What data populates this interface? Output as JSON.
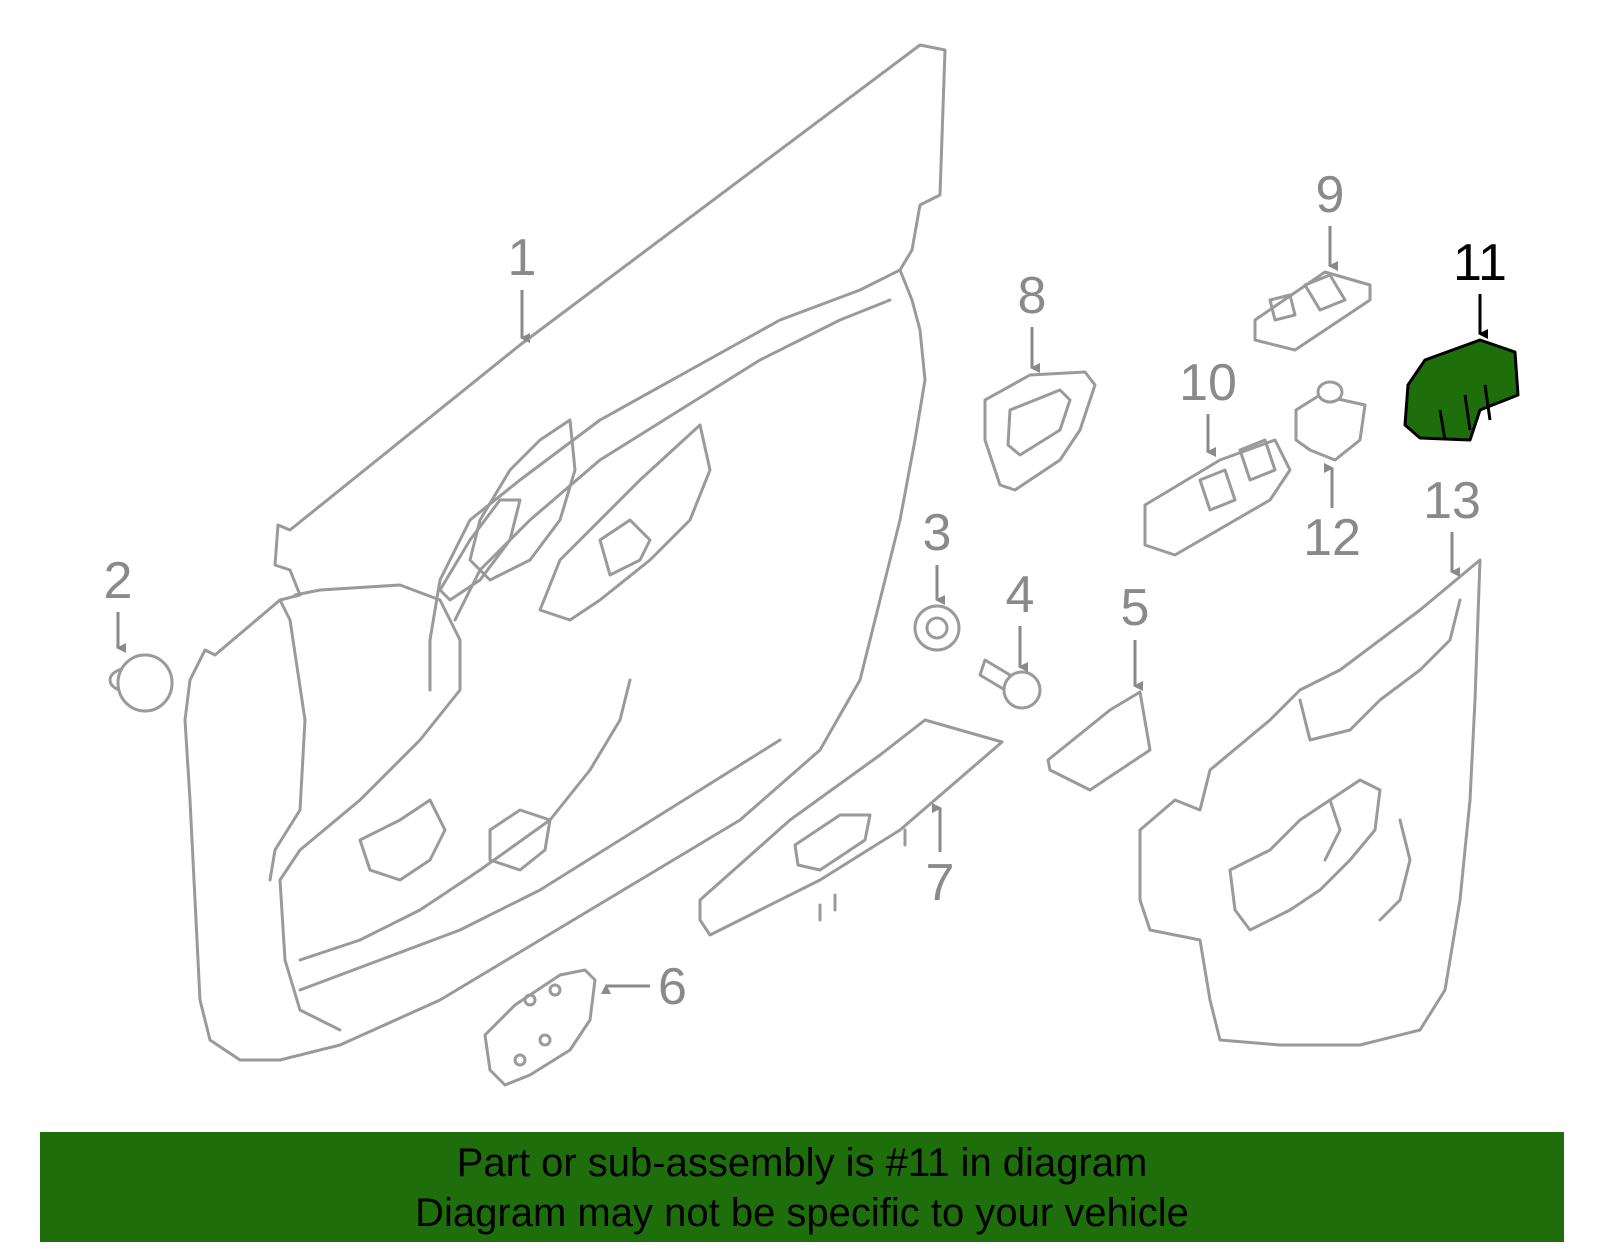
{
  "callouts": {
    "c1": "1",
    "c2": "2",
    "c3": "3",
    "c4": "4",
    "c5": "5",
    "c6": "6",
    "c7": "7",
    "c8": "8",
    "c9": "9",
    "c10": "10",
    "c11": "11",
    "c12": "12",
    "c13": "13"
  },
  "highlight": {
    "part": "11",
    "color": "#1e6e0b"
  },
  "banner": {
    "line1": "Part or sub-assembly is #11 in diagram",
    "line2": "Diagram may not be specific to your vehicle"
  }
}
